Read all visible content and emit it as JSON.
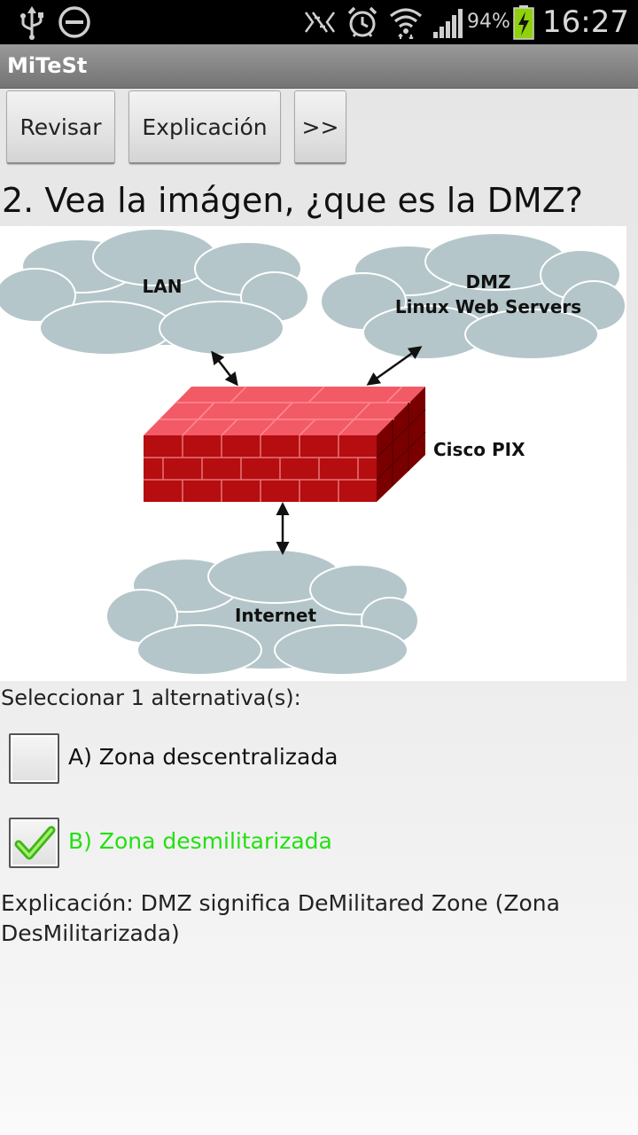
{
  "status_bar": {
    "battery_percent": "94%",
    "time": "16:27",
    "icons": [
      "usb-icon",
      "do-not-disturb-icon",
      "nfc-icon",
      "alarm-icon",
      "wifi-icon",
      "signal-icon",
      "battery-charging-icon"
    ]
  },
  "app": {
    "title": "MiTeSt"
  },
  "toolbar": {
    "revisar_label": "Revisar",
    "explicacion_label": "Explicación",
    "next_label": ">>"
  },
  "question": {
    "text": "2. Vea la imágen, ¿que es la DMZ?"
  },
  "diagram": {
    "lan_label": "LAN",
    "dmz_label_line1": "DMZ",
    "dmz_label_line2": "Linux Web Servers",
    "firewall_label": "Cisco PIX",
    "internet_label": "Internet",
    "colors": {
      "cloud": "#b4c6c9",
      "firewall_top": "#f25a66",
      "firewall_front": "#b50d10",
      "firewall_side": "#7a0000"
    }
  },
  "instruction": "Seleccionar 1 alternativa(s):",
  "options": [
    {
      "label": "A) Zona descentralizada",
      "checked": false,
      "color": "#111111"
    },
    {
      "label": "B) Zona desmilitarizada",
      "checked": true,
      "color": "#22e011"
    }
  ],
  "explanation": "Explicación: DMZ significa DeMilitared Zone (Zona DesMilitarizada)"
}
